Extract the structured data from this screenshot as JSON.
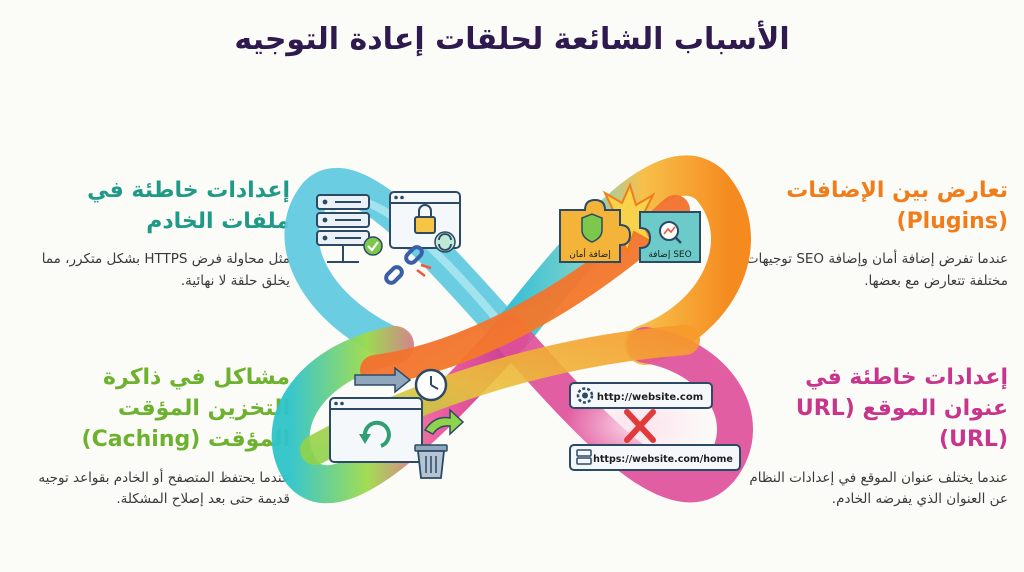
{
  "title": "الأسباب الشائعة لحلقات إعادة التوجيه",
  "panels": {
    "server": {
      "heading_line1": "إعدادات خاطئة في",
      "heading_line2": "ملفات الخادم",
      "body": "مثل محاولة فرض HTTPS بشكل متكرر، مما يخلق حلقة لا نهائية."
    },
    "plugins": {
      "heading_line1": "تعارض بين الإضافات",
      "heading_line2": "(Plugins)",
      "body": "عندما تفرض إضافة أمان وإضافة SEO توجيهات مختلفة تتعارض مع بعضها."
    },
    "cache": {
      "heading_line1": "مشاكل في ذاكرة",
      "heading_line2": "التخزين المؤقت",
      "heading_line3": "المؤقت (Caching)",
      "body": "عندما يحتفظ المتصفح أو الخادم بقواعد توجيه قديمة حتى بعد إصلاح المشكلة."
    },
    "url": {
      "heading_line1": "إعدادات خاطئة في",
      "heading_line2": "عنوان الموقع (URL",
      "heading_line3": "(URL)",
      "body": "عندما يختلف عنوان الموقع في إعدادات النظام عن العنوان الذي يفرضه الخادم."
    }
  },
  "illustrations": {
    "plugin_security_label": "إضافة أمان",
    "plugin_seo_label": "إضافة SEO",
    "url_http": "http://website.com",
    "url_https": "https://website.com/home"
  },
  "colors": {
    "title": "#2f1a4f",
    "teal": "#1f9a86",
    "orange": "#f07d1a",
    "green": "#6cb22f",
    "magenta": "#c8358c"
  }
}
